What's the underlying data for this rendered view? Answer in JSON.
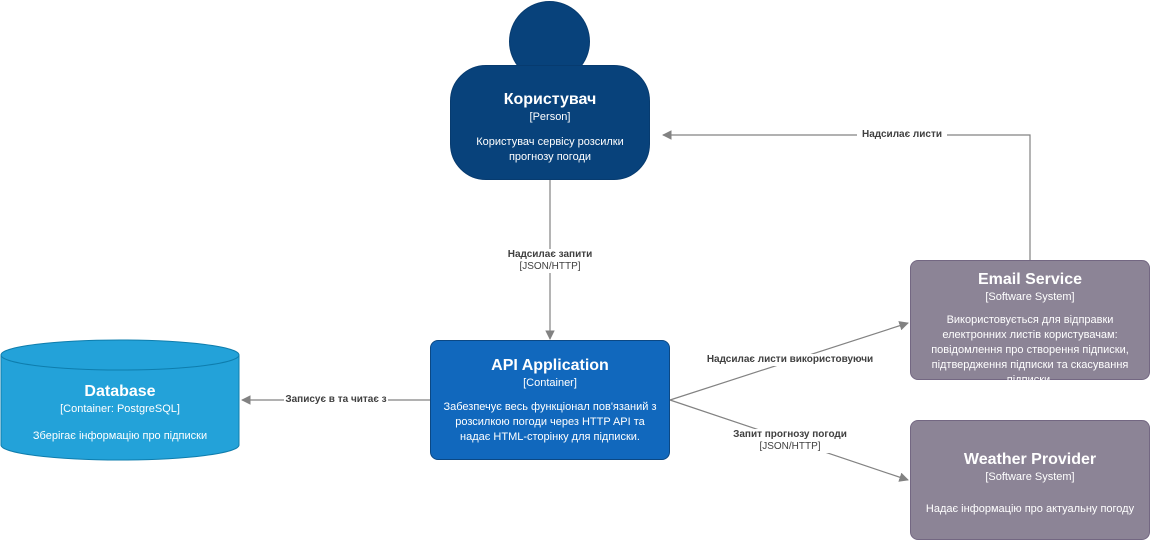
{
  "colors": {
    "person": "#08427b",
    "container": "#1168bd",
    "database": "#23a2d9",
    "external_system": "#8c8496",
    "edge": "#828282"
  },
  "person": {
    "title": "Користувач",
    "type": "[Person]",
    "description": "Користувач сервісу розсилки прогнозу погоди"
  },
  "api": {
    "title": "API Application",
    "type": "[Container]",
    "description": "Забезпечує весь функціонал пов'язаний з розсилкою погоди через HTTP API та надає HTML-сторінку для підписки."
  },
  "database": {
    "title": "Database",
    "type": "[Container: PostgreSQL]",
    "description": "Зберігає інформацію про підписки"
  },
  "email": {
    "title": "Email Service",
    "type": "[Software System]",
    "description": "Використовується для відправки електронних листів користувачам: повідомлення про створення підписки, підтвердження підписки та скасування підписки."
  },
  "weather": {
    "title": "Weather Provider",
    "type": "[Software System]",
    "description": "Надає інформацію про актуальну погоду"
  },
  "edges": {
    "user_to_api": {
      "label": "Надсилає запити",
      "tech": "[JSON/HTTP]"
    },
    "email_to_user": {
      "label": "Надсилає листи"
    },
    "api_to_db": {
      "label": "Записує в та читає з"
    },
    "api_to_email": {
      "label": "Надсилає листи використовуючи"
    },
    "api_to_weather": {
      "label": "Запит прогнозу погоди",
      "tech": "[JSON/HTTP]"
    }
  }
}
